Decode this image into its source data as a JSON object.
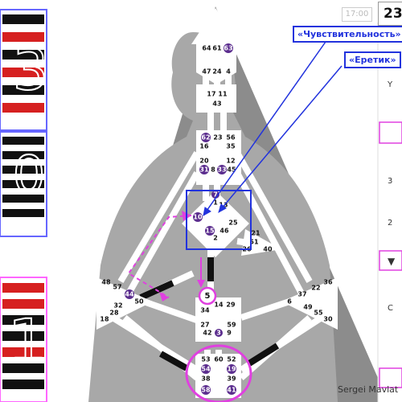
{
  "header": {
    "time": "17:00",
    "date": "23."
  },
  "callouts": {
    "sensitivity": "«Чувствительность»",
    "heretic": "«Еретик»"
  },
  "credit": "Sergei Mavlat",
  "hexagrams": {
    "top": "3",
    "middle": "0",
    "bottom": "1"
  },
  "side_markers": {
    "m1": "Y",
    "m2": "3",
    "m3": "2",
    "m4": "▼",
    "m5": "C"
  },
  "gates": {
    "g64": "64",
    "g61": "61",
    "g63": "63",
    "g47": "47",
    "g24": "24",
    "g4": "4",
    "g17": "17",
    "g11": "11",
    "g43": "43",
    "g62": "62",
    "g23": "23",
    "g56": "56",
    "g16": "16",
    "g35": "35",
    "g20": "20",
    "g31": "31",
    "g8": "8",
    "g33": "33",
    "g45": "45",
    "g12": "12",
    "g7": "7",
    "g1": "1",
    "g13": "13",
    "g10": "10",
    "g25": "25",
    "g15": "15",
    "g46": "46",
    "g2": "2",
    "g21": "21",
    "g51": "51",
    "g26": "26",
    "g40": "40",
    "g48": "48",
    "g57": "57",
    "g44": "44",
    "g50": "50",
    "g32": "32",
    "g28": "28",
    "g18": "18",
    "g36": "36",
    "g22": "22",
    "g37": "37",
    "g6": "6",
    "g49": "49",
    "g55": "55",
    "g30": "30",
    "g5": "5",
    "g14": "14",
    "g29": "29",
    "g34": "34",
    "g27": "27",
    "g59": "59",
    "g42": "42",
    "g3": "3",
    "g9": "9",
    "g53": "53",
    "g60": "60",
    "g52": "52",
    "g54": "54",
    "g19": "19",
    "g38": "38",
    "g39": "39",
    "g58": "58",
    "g41": "41"
  },
  "colors": {
    "accent_blue": "#2233dd",
    "accent_magenta": "#e040e0",
    "active_gate": "#5b2d8e",
    "centre": "#ffffff",
    "body_silhouette": "#a8a8a8",
    "background": "#8c8c8c"
  }
}
